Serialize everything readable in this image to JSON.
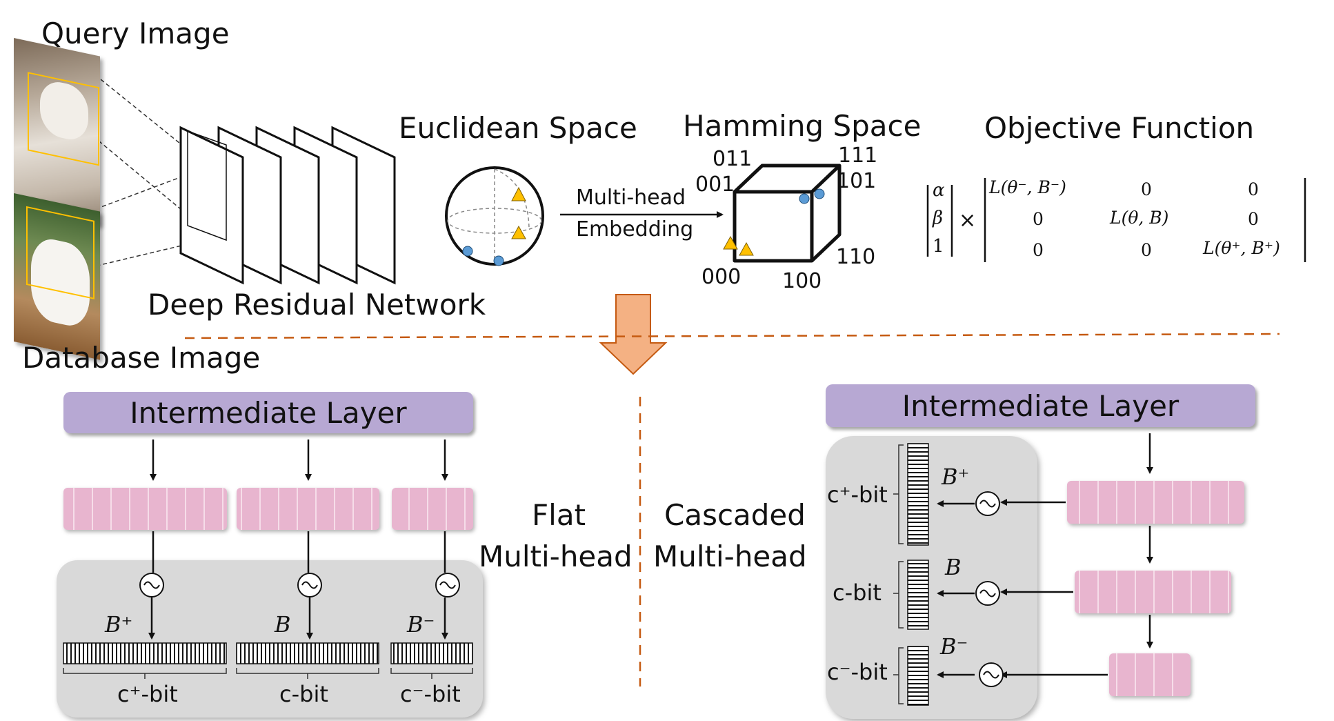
{
  "top": {
    "query_image": "Query Image",
    "database_image": "Database Image",
    "network": "Deep Residual Network",
    "euclidean": "Euclidean Space",
    "embed_line1": "Multi-head",
    "embed_line2": "Embedding",
    "hamming": "Hamming Space",
    "objective": "Objective Function",
    "cube_vertices": [
      "011",
      "111",
      "001",
      "101",
      "000",
      "100",
      "110"
    ],
    "vec_left": [
      "α",
      "β",
      "1"
    ],
    "times": "×",
    "matrix": [
      [
        "L(θ⁻, B⁻)",
        "0",
        "0"
      ],
      [
        "0",
        "L(θ, B)",
        "0"
      ],
      [
        "0",
        "0",
        "L(θ⁺, B⁺)"
      ]
    ]
  },
  "flat": {
    "layer": "Intermediate Layer",
    "caption1": "Flat",
    "caption2": "Multi-head",
    "codes": [
      "B⁺",
      "B",
      "B⁻"
    ],
    "bits": [
      "c⁺-bit",
      "c-bit",
      "c⁻-bit"
    ]
  },
  "cascaded": {
    "layer": "Intermediate Layer",
    "caption1": "Cascaded",
    "caption2": "Multi-head",
    "codes": [
      "B⁺",
      "B",
      "B⁻"
    ],
    "bits": [
      "c⁺-bit",
      "c-bit",
      "c⁻-bit"
    ]
  },
  "colors": {
    "purple": "#b7a8d3",
    "pink": "#e8b5cf",
    "gray_panel": "#d9d9d9",
    "orange": "#c55a11",
    "arrow_fill": "#f4b183",
    "marker_blue": "#5b9bd5",
    "marker_yellow": "#ffc000"
  }
}
